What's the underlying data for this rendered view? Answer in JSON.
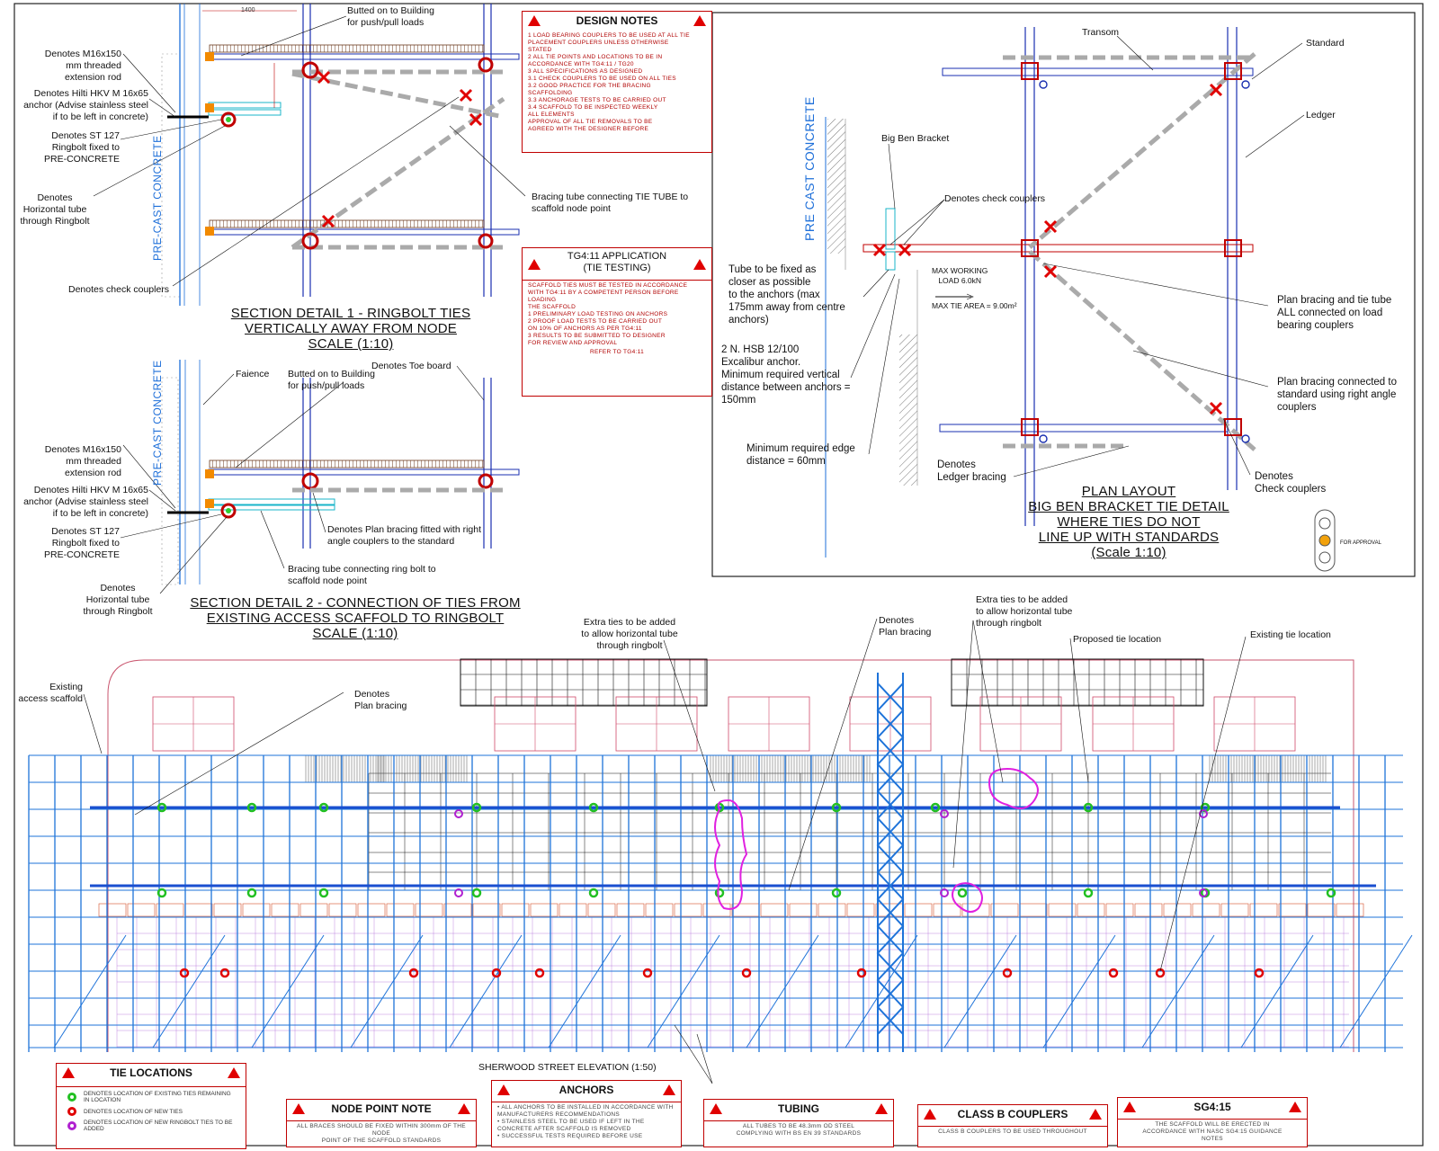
{
  "section1": {
    "title": "SECTION DETAIL 1 - RINGBOLT TIES\nVERTICALLY AWAY FROM NODE\nSCALE (1:10)",
    "vertical_label": "PRE-CAST CONCRETE",
    "labels": {
      "butted": "Butted on to Building\nfor push/pull loads",
      "m16": "Denotes  M16x150\nmm threaded\nextension rod",
      "hilti": "Denotes Hilti HKV M 16x65\nanchor (Advise stainless steel\nif to be left in concrete)",
      "st127": "Denotes  ST 127\nRingbolt fixed to\nPRE-CONCRETE",
      "horiz": "Denotes\nHorizontal tube\nthrough Ringbolt",
      "check": "Denotes check couplers",
      "bracing": "Bracing tube connecting TIE TUBE to\nscaffold node point",
      "dim": "1400"
    }
  },
  "section2": {
    "title": "SECTION DETAIL 2 - CONNECTION OF TIES FROM\nEXISTING ACCESS SCAFFOLD TO RINGBOLT\nSCALE (1:10)",
    "vertical_label": "PRE-CAST CONCRETE",
    "labels": {
      "faience": "Faience",
      "butted": "Butted on to Building\nfor push/pull loads",
      "toeboard": "Denotes Toe board",
      "m16": "Denotes  M16x150\nmm threaded\nextension rod",
      "hilti": "Denotes Hilti HKV M 16x65\nanchor (Advise stainless steel\nif to be left in concrete)",
      "st127": "Denotes  ST 127\nRingbolt fixed to\nPRE-CONCRETE",
      "horiz": "Denotes\nHorizontal tube\nthrough Ringbolt",
      "planbracing": "Denotes Plan bracing fitted with right\nangle couplers to the standard",
      "bracing": "Bracing tube connecting ring bolt to\nscaffold node point"
    }
  },
  "design_notes": {
    "title": "DESIGN NOTES",
    "body": "1  LOAD BEARING COUPLERS TO BE USED AT ALL TIE\n   PLACEMENT COUPLERS UNLESS OTHERWISE\n   STATED\n2  ALL TIE POINTS AND LOCATIONS TO BE IN\n   ACCORDANCE WITH TG4:11 / TG20\n3  ALL SPECIFICATIONS AS DESIGNED\n   3.1   CHECK COUPLERS TO BE USED ON ALL TIES\n   3.2   GOOD PRACTICE FOR THE BRACING\n           SCAFFOLDING\n   3.3   ANCHORAGE TESTS TO BE CARRIED OUT\n   3.4   SCAFFOLD TO BE INSPECTED WEEKLY\n         ALL ELEMENTS\n   APPROVAL OF ALL TIE REMOVALS TO BE\n   AGREED WITH THE DESIGNER BEFORE"
  },
  "tg411": {
    "title": "TG4:11 APPLICATION\n(TIE TESTING)",
    "body": "SCAFFOLD TIES MUST BE TESTED IN ACCORDANCE\nWITH TG4:11 BY A COMPETENT PERSON BEFORE LOADING\nTHE SCAFFOLD\n1  PRELIMINARY LOAD TESTING ON ANCHORS\n2  PROOF LOAD TESTS TO BE CARRIED OUT\n   ON 10% OF ANCHORS AS PER TG4:11\n3  RESULTS TO BE SUBMITTED TO DESIGNER\n   FOR REVIEW AND APPROVAL",
    "footer": "REFER TO TG4:11"
  },
  "plan": {
    "title": "PLAN LAYOUT\nBIG BEN BRACKET TIE DETAIL\nWHERE TIES DO NOT\nLINE UP WITH STANDARDS\n(Scale 1:10)",
    "vertical_label": "PRE CAST CONCRETE",
    "labels": {
      "transom": "Transom",
      "standard": "Standard",
      "ledger": "Ledger",
      "bigben": "Big Ben Bracket",
      "check": "Denotes check couplers",
      "tube": "Tube to be fixed as\ncloser as possible\nto the anchors (max\n175mm away from centre\nanchors)",
      "maxload": "MAX WORKING\nLOAD 6.0kN",
      "maxarea": "MAX TIE AREA = 9.00m²",
      "hsb": "2 N. HSB 12/100\nExcalibur anchor.\nMinimum required vertical\ndistance between anchors =\n150mm",
      "edge": "Minimum required edge\ndistance = 60mm",
      "ledger_bracing": "Denotes\nLedger bracing",
      "plan_bracing": "Plan bracing and tie tube\nALL connected on load\nbearing couplers",
      "plan_bracing2": "Plan bracing connected to\nstandard using right angle\ncouplers",
      "check2": "Denotes\nCheck couplers",
      "approval": "FOR APPROVAL"
    }
  },
  "elevation": {
    "title": "SHERWOOD STREET ELEVATION (1:50)",
    "labels": {
      "existing": "Existing\naccess scaffold",
      "planbracing": "Denotes\nPlan bracing",
      "extra1": "Extra ties to be added\nto allow horizontal tube\nthrough ringbolt",
      "planbracing2": "Denotes\nPlan bracing",
      "extra2": "Extra ties to be added\nto allow horizontal tube\nthrough ringbolt",
      "proposed": "Proposed tie location",
      "existingtie": "Existing tie location"
    }
  },
  "legend_boxes": {
    "tie_locations": {
      "title": "TIE LOCATIONS",
      "rows": [
        "DENOTES LOCATION OF EXISTING TIES REMAINING\nIN LOCATION",
        "DENOTES LOCATION OF NEW TIES",
        "DENOTES LOCATION OF NEW RINGBOLT TIES TO BE\nADDED"
      ],
      "colors": [
        "#22c022",
        "#e00000",
        "#b020d0"
      ]
    },
    "node": {
      "title": "NODE POINT NOTE",
      "body": "ALL BRACES SHOULD BE FIXED WITHIN 300mm OF THE NODE\nPOINT OF THE SCAFFOLD STANDARDS"
    },
    "anchors": {
      "title": "ANCHORS",
      "body": "•  ALL ANCHORS TO BE INSTALLED IN ACCORDANCE WITH\n    MANUFACTURERS RECOMMENDATIONS\n•  STAINLESS STEEL TO BE USED IF LEFT IN THE\n    CONCRETE AFTER SCAFFOLD IS REMOVED\n•  SUCCESSFUL TESTS REQUIRED BEFORE USE"
    },
    "tubing": {
      "title": "TUBING",
      "body": "ALL TUBES TO BE 48.3mm OD STEEL\nCOMPLYING WITH BS EN 39 STANDARDS"
    },
    "classb": {
      "title": "CLASS B COUPLERS",
      "body": "CLASS B COUPLERS TO BE USED THROUGHOUT"
    },
    "sg415": {
      "title": "SG4:15",
      "body": "THE SCAFFOLD WILL BE ERECTED IN\nACCORDANCE WITH NASC SG4:15 GUIDANCE\nNOTES"
    }
  }
}
